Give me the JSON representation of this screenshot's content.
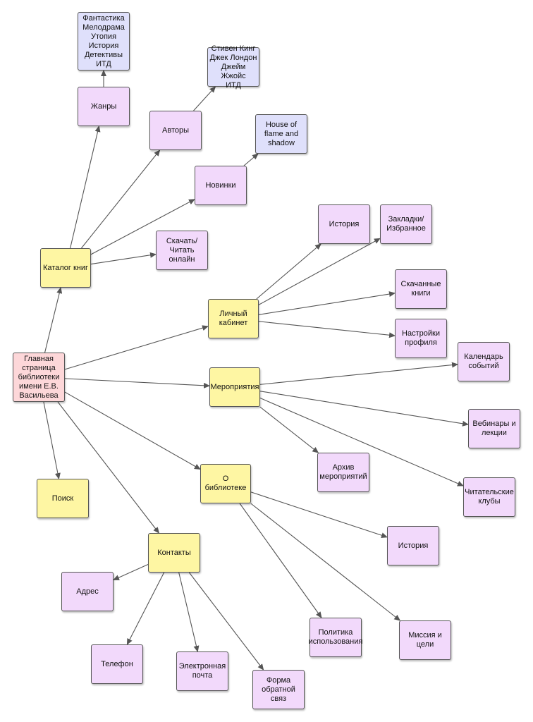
{
  "colors": {
    "root": "#fdd7d9",
    "main": "#fef6a3",
    "sub": "#f2d9fb",
    "info": "#dfe0fb",
    "edge": "#555555"
  },
  "nodes": {
    "root": {
      "text": "Главная\nстраница\nбиблиотеки\nимени Е.В.\nВасильева",
      "kind": "root"
    },
    "catalog": {
      "text": "Каталог книг",
      "kind": "main"
    },
    "cabinet": {
      "text": "Личный\nкабинет",
      "kind": "main"
    },
    "events": {
      "text": "Мероприятия",
      "kind": "main"
    },
    "about": {
      "text": "О\nбиблиотеке",
      "kind": "main"
    },
    "search": {
      "text": "Поиск",
      "kind": "main"
    },
    "contacts": {
      "text": "Контакты",
      "kind": "main"
    },
    "genres": {
      "text": "Жанры",
      "kind": "sub"
    },
    "genres_list": {
      "text": "Фантастика\nМелодрама\nУтопия\nИстория\nДетективы\nИТД",
      "kind": "info"
    },
    "authors": {
      "text": "Авторы",
      "kind": "sub"
    },
    "authors_list": {
      "text": "Стивен Кинг\nДжек Лондон\nДжейм Жжойс\nИТД",
      "kind": "info"
    },
    "new": {
      "text": "Новинки",
      "kind": "sub"
    },
    "new_list": {
      "text": "House of\nflame and\nshadow",
      "kind": "info"
    },
    "download": {
      "text": "Скачать/Читать\nонлайн",
      "kind": "sub"
    },
    "history": {
      "text": "История",
      "kind": "sub"
    },
    "bookmarks": {
      "text": "Закладки/\nИзбранное",
      "kind": "sub"
    },
    "downloaded": {
      "text": "Скачанные\nкниги",
      "kind": "sub"
    },
    "settings": {
      "text": "Настройки\nпрофиля",
      "kind": "sub"
    },
    "calendar": {
      "text": "Календарь\nсобытий",
      "kind": "sub"
    },
    "webinars": {
      "text": "Вебинары и\nлекции",
      "kind": "sub"
    },
    "archive": {
      "text": "Архив\nмероприятий",
      "kind": "sub"
    },
    "clubs": {
      "text": "Читательские\nклубы",
      "kind": "sub"
    },
    "about_history": {
      "text": "История",
      "kind": "sub"
    },
    "policy": {
      "text": "Политика\nиспользования",
      "kind": "sub"
    },
    "mission": {
      "text": "Миссия и\nцели",
      "kind": "sub"
    },
    "address": {
      "text": "Адрес",
      "kind": "sub"
    },
    "phone": {
      "text": "Телефон",
      "kind": "sub"
    },
    "email": {
      "text": "Электронная\nпочта",
      "kind": "sub"
    },
    "feedback": {
      "text": "Форма\nобратной\nсвяз",
      "kind": "sub"
    }
  },
  "edges": [
    [
      "root",
      "catalog"
    ],
    [
      "root",
      "cabinet"
    ],
    [
      "root",
      "events"
    ],
    [
      "root",
      "about"
    ],
    [
      "root",
      "search"
    ],
    [
      "root",
      "contacts"
    ],
    [
      "catalog",
      "genres"
    ],
    [
      "genres",
      "genres_list"
    ],
    [
      "catalog",
      "authors"
    ],
    [
      "authors",
      "authors_list"
    ],
    [
      "catalog",
      "new"
    ],
    [
      "new",
      "new_list"
    ],
    [
      "catalog",
      "download"
    ],
    [
      "cabinet",
      "history"
    ],
    [
      "cabinet",
      "bookmarks"
    ],
    [
      "cabinet",
      "downloaded"
    ],
    [
      "cabinet",
      "settings"
    ],
    [
      "events",
      "calendar"
    ],
    [
      "events",
      "webinars"
    ],
    [
      "events",
      "archive"
    ],
    [
      "events",
      "clubs"
    ],
    [
      "about",
      "about_history"
    ],
    [
      "about",
      "policy"
    ],
    [
      "about",
      "mission"
    ],
    [
      "contacts",
      "address"
    ],
    [
      "contacts",
      "phone"
    ],
    [
      "contacts",
      "email"
    ],
    [
      "contacts",
      "feedback"
    ]
  ]
}
